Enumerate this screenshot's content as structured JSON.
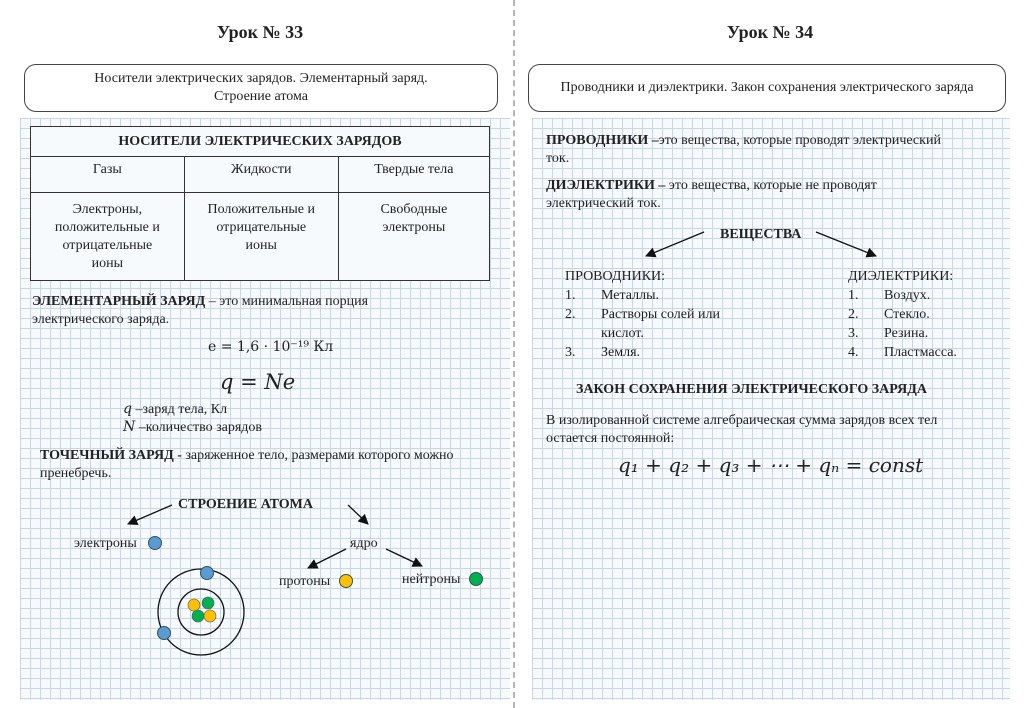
{
  "left": {
    "lesson_title": "Урок № 33",
    "topic_line1": "Носители электрических зарядов. Элементарный заряд.",
    "topic_line2": "Строение атома",
    "table": {
      "header": "НОСИТЕЛИ ЭЛЕКТРИЧЕСКИХ ЗАРЯДОВ",
      "columns": [
        "Газы",
        "Жидкости",
        "Твердые тела"
      ],
      "cells": [
        [
          "Электроны,",
          "положительные и",
          "отрицательные",
          "ионы"
        ],
        [
          "Положительные и",
          "отрицательные",
          "ионы"
        ],
        [
          "Свободные",
          "электроны"
        ]
      ]
    },
    "elementary": {
      "term": "ЭЛЕМЕНТАРНЫЙ ЗАРЯД",
      "definition_line1": " – это минимальная порция",
      "definition_line2": "электрического заряда.",
      "e_formula": "e = 1,6 · 10⁻¹⁹ Кл",
      "q_formula": "q = Ne",
      "q_sym": "q",
      "q_desc": " –заряд тела, Кл",
      "n_sym": "N",
      "n_desc": " –количество зарядов"
    },
    "point_charge": {
      "term": "ТОЧЕЧНЫЙ ЗАРЯД -",
      "definition_line1": " заряженное тело, размерами которого можно",
      "definition_line2": "пренебречь."
    },
    "atom": {
      "title": "СТРОЕНИЕ АТОМА",
      "electrons": "электроны",
      "nucleus": "ядро",
      "protons": "протоны",
      "neutrons": "нейтроны"
    }
  },
  "right": {
    "lesson_title": "Урок № 34",
    "topic": "Проводники и диэлектрики. Закон сохранения электрического заряда",
    "conductors_def": {
      "term": "ПРОВОДНИКИ –",
      "line1": "это вещества, которые проводят электрический",
      "line2": "ток."
    },
    "dielectrics_def": {
      "term": "ДИЭЛЕКТРИКИ –",
      "line1": " это вещества, которые не проводят",
      "line2": "электрический ток."
    },
    "substances": "ВЕЩЕСТВА",
    "conductors": {
      "heading": "ПРОВОДНИКИ:",
      "items": [
        {
          "num": "1.",
          "lines": [
            "Металлы."
          ]
        },
        {
          "num": "2.",
          "lines": [
            "Растворы солей или",
            "кислот."
          ]
        },
        {
          "num": "3.",
          "lines": [
            "Земля."
          ]
        }
      ]
    },
    "dielectrics": {
      "heading": "ДИЭЛЕКТРИКИ:",
      "items": [
        {
          "num": "1.",
          "lines": [
            "Воздух."
          ]
        },
        {
          "num": "2.",
          "lines": [
            "Стекло."
          ]
        },
        {
          "num": "3.",
          "lines": [
            "Резина."
          ]
        },
        {
          "num": "4.",
          "lines": [
            "Пластмасса."
          ]
        }
      ]
    },
    "law_title": "ЗАКОН СОХРАНЕНИЯ ЭЛЕКТРИЧЕСКОГО ЗАРЯДА",
    "law_line1": "В изолированной системе алгебраическая сумма зарядов всех тел",
    "law_line2": "остается постоянной:",
    "law_formula": "q₁ + q₂ + q₃ + ⋯ + qₙ = const"
  },
  "colors": {
    "electron": "#5b9bd5",
    "proton": "#ffc000",
    "neutron": "#00b050",
    "grid_line": "#c9d6e6",
    "divider": "#b5b5b5"
  }
}
